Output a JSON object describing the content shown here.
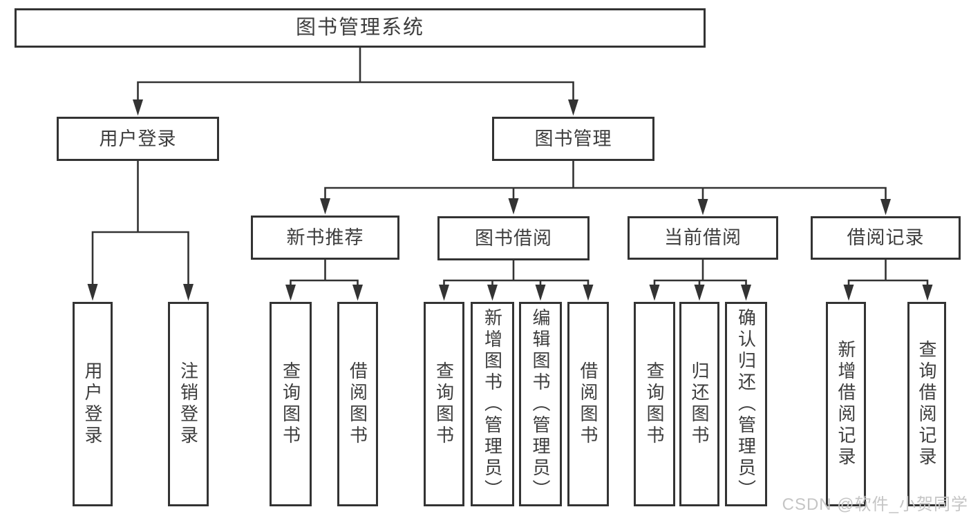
{
  "diagram": {
    "nodes": {
      "root": "图书管理系统",
      "level1": [
        "用户登录",
        "图书管理"
      ],
      "level2": [
        "新书推荐",
        "图书借阅",
        "当前借阅",
        "借阅记录"
      ],
      "leaves": {
        "user_login": [
          "用户登录",
          "注销登录"
        ],
        "new_book_rec": [
          "查询图书",
          "借阅图书"
        ],
        "book_borrow": [
          "查询图书",
          "新增图书（管理员）",
          "编辑图书（管理员）",
          "借阅图书"
        ],
        "current_borrow": [
          "查询图书",
          "归还图书",
          "确认归还（管理员）"
        ],
        "borrow_records": [
          "新增借阅记录",
          "查询借阅记录"
        ]
      }
    },
    "watermark": "CSDN @软件_小贺同学",
    "colors": {
      "line": "#333333",
      "text": "#3d3d3d",
      "background": "#ffffff",
      "watermark": "#c5c5c5"
    }
  }
}
